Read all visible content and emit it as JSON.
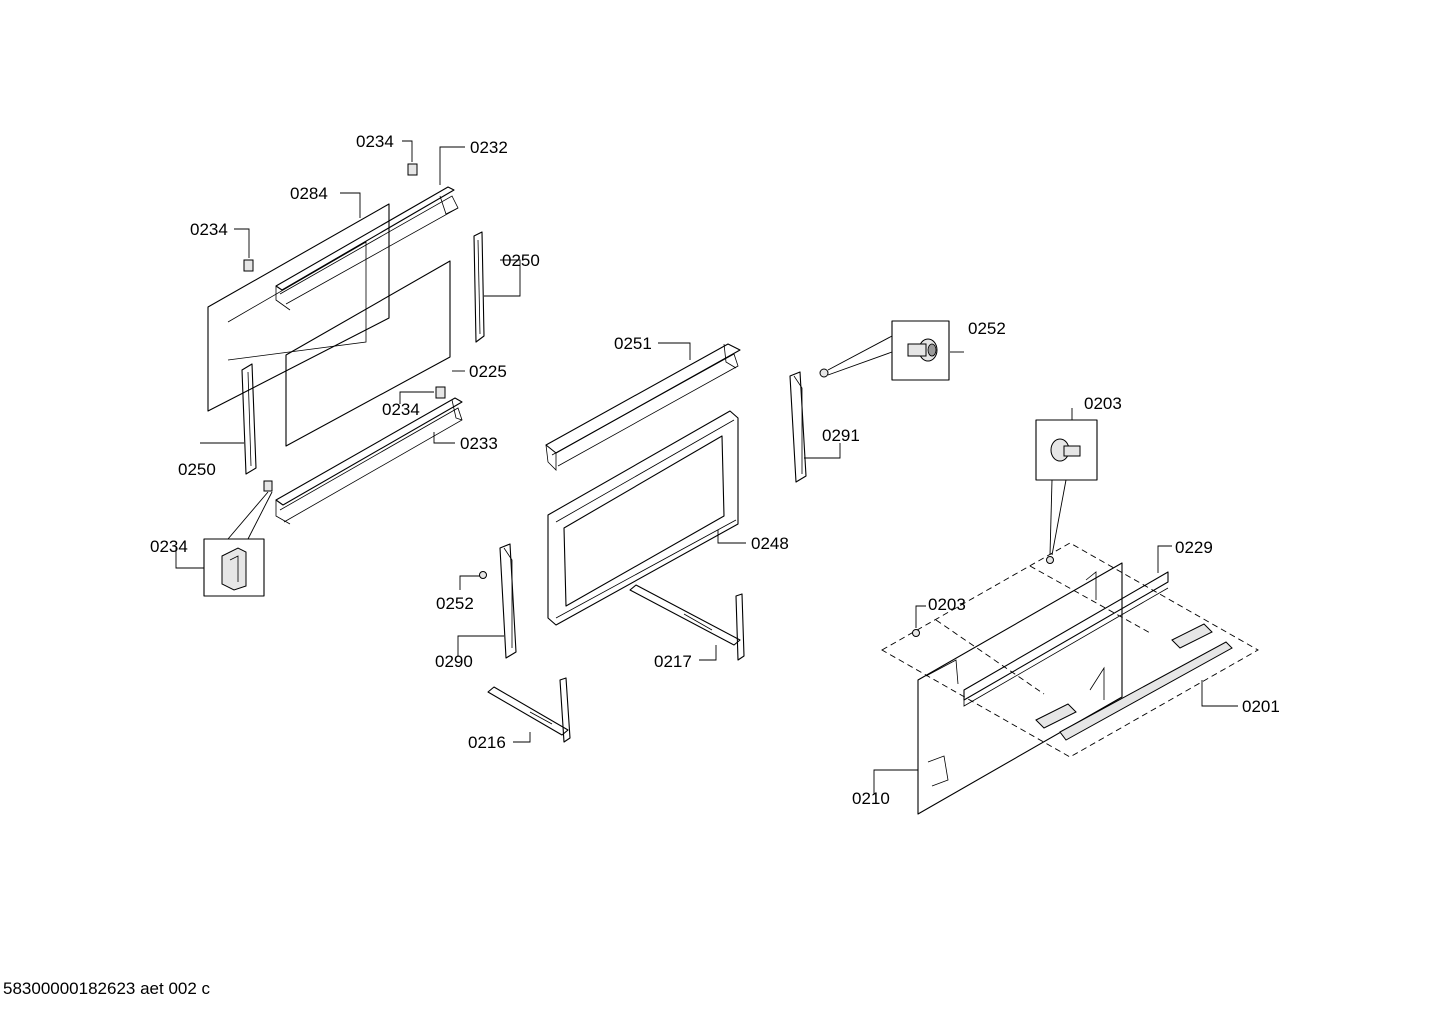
{
  "footer": {
    "code": "58300000182623 aet 002 c"
  },
  "labels": {
    "l0234_top": "0234",
    "l0232": "0232",
    "l0284": "0284",
    "l0234_left": "0234",
    "l0250_right": "0250",
    "l0225": "0225",
    "l0234_mid": "0234",
    "l0233": "0233",
    "l0250_left": "0250",
    "l0234_box": "0234",
    "l0251": "0251",
    "l0252_top": "0252",
    "l0291": "0291",
    "l0248": "0248",
    "l0252_bot": "0252",
    "l0290": "0290",
    "l0217": "0217",
    "l0216": "0216",
    "l0203_top": "0203",
    "l0229": "0229",
    "l0203_mid": "0203",
    "l0201": "0201",
    "l0210": "0210"
  }
}
